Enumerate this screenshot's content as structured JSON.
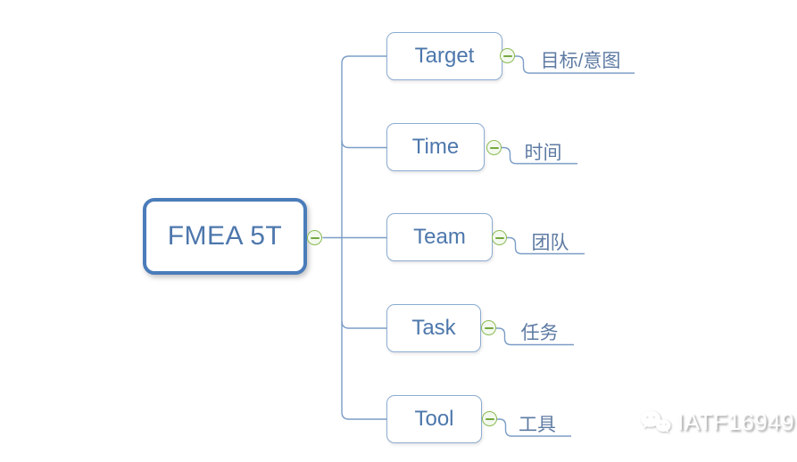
{
  "root": {
    "label": "FMEA 5T"
  },
  "branches": [
    {
      "id": "target",
      "label": "Target",
      "sub_label": "目标/意图"
    },
    {
      "id": "time",
      "label": "Time",
      "sub_label": "时间"
    },
    {
      "id": "team",
      "label": "Team",
      "sub_label": "团队"
    },
    {
      "id": "task",
      "label": "Task",
      "sub_label": "任务"
    },
    {
      "id": "tool",
      "label": "Tool",
      "sub_label": "工具"
    }
  ],
  "watermark": {
    "icon": "wechat-icon",
    "text": "IATF16949"
  },
  "colors": {
    "root_border": "#4a7cba",
    "child_border": "#8cabd1",
    "node_text": "#4d77ac",
    "sub_text": "#5e7ba3",
    "connector_line": "#7b9dc6",
    "collapse_border": "#8aba54",
    "collapse_fill": "#f3f9ee",
    "collapse_minus": "#74a83e",
    "background": "#ffffff"
  }
}
